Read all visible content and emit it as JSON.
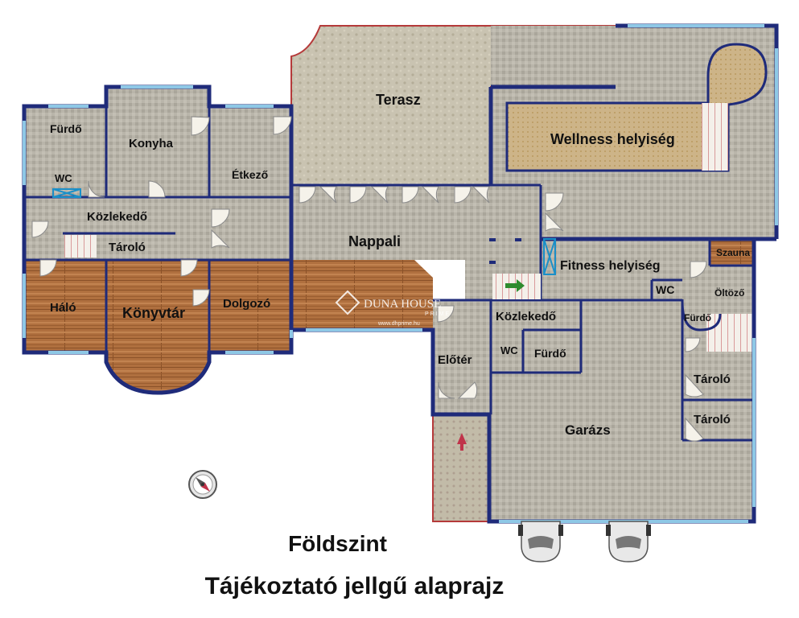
{
  "plan": {
    "rooms": {
      "furdo_left": "Fürdő",
      "wc_left": "WC",
      "konyha": "Konyha",
      "etkezo": "Étkező",
      "kozlekedo_left": "Közlekedő",
      "tarolo_left": "Tároló",
      "halo": "Háló",
      "konyvtar": "Könyvtár",
      "dolgozo": "Dolgozó",
      "terasz": "Terasz",
      "nappali": "Nappali",
      "wellness": "Wellness helyiség",
      "fitness": "Fitness helyiség",
      "szauna": "Szauna",
      "wc_fitness": "WC",
      "oltozo": "Öltöző",
      "furdo_fitness": "Fürdő",
      "kozlekedo_mid": "Közlekedő",
      "wc_mid": "WC",
      "furdo_mid": "Fürdő",
      "eloter": "Előtér",
      "garazs": "Garázs",
      "tarolo_r1": "Tároló",
      "tarolo_r2": "Tároló"
    },
    "watermark": {
      "brand": "DUNA HOUSE",
      "tier": "PRIME",
      "url": "www.dhprime.hu"
    },
    "colors": {
      "wall": "#1f2b7a",
      "tile": "#b7b3a8",
      "wood": "#b07040",
      "terrace": "#c6c0ae",
      "pool": "#cdb488",
      "window": "#8ec8e6",
      "outline_red": "#b53a3a"
    }
  },
  "captions": {
    "floor": "Földszint",
    "subtitle": "Tájékoztató jellgű alaprajz"
  }
}
